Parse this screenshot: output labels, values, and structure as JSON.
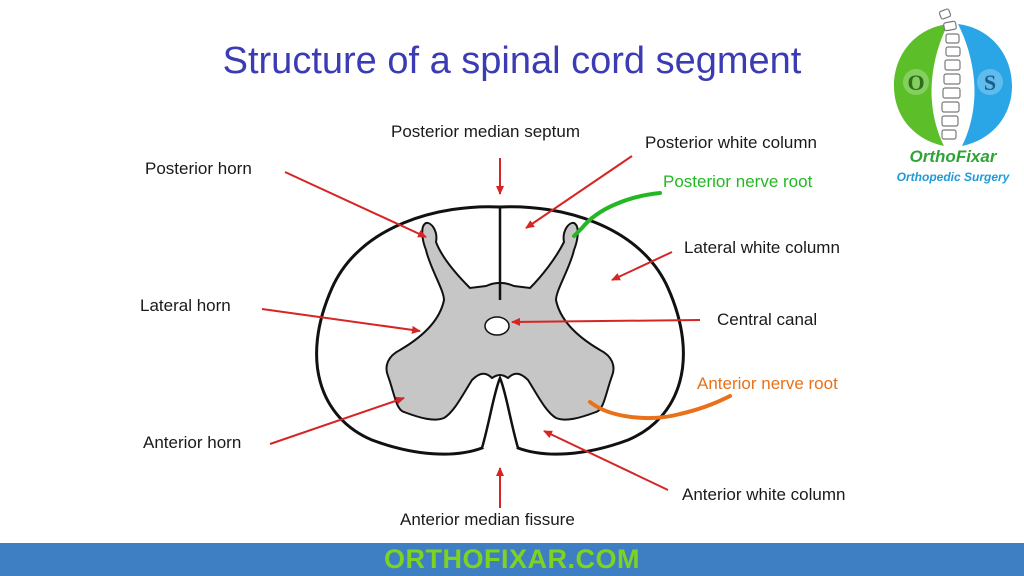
{
  "title": "Structure of a spinal cord segment",
  "labels": {
    "posterior_median_septum": "Posterior median septum",
    "posterior_white_column": "Posterior white column",
    "posterior_horn": "Posterior horn",
    "posterior_nerve_root": "Posterior nerve root",
    "lateral_white_column": "Lateral white column",
    "lateral_horn": "Lateral horn",
    "central_canal": "Central canal",
    "anterior_nerve_root": "Anterior nerve root",
    "anterior_horn": "Anterior horn",
    "anterior_white_column": "Anterior white column",
    "anterior_median_fissure": "Anterior median fissure"
  },
  "logo": {
    "letters": [
      "O",
      "S"
    ],
    "brand": "OrthoFixar",
    "tagline": "Orthopedic Surgery"
  },
  "footer": {
    "site": "ORTHOFIXAR.COM"
  },
  "colors": {
    "title": "#3b3bb3",
    "arrow": "#d62525",
    "posterior_root": "#23b823",
    "anterior_root": "#e8711a",
    "gray_matter": "#c6c6c6",
    "footer_bg": "#3e7fc4",
    "footer_text": "#7ed321"
  }
}
